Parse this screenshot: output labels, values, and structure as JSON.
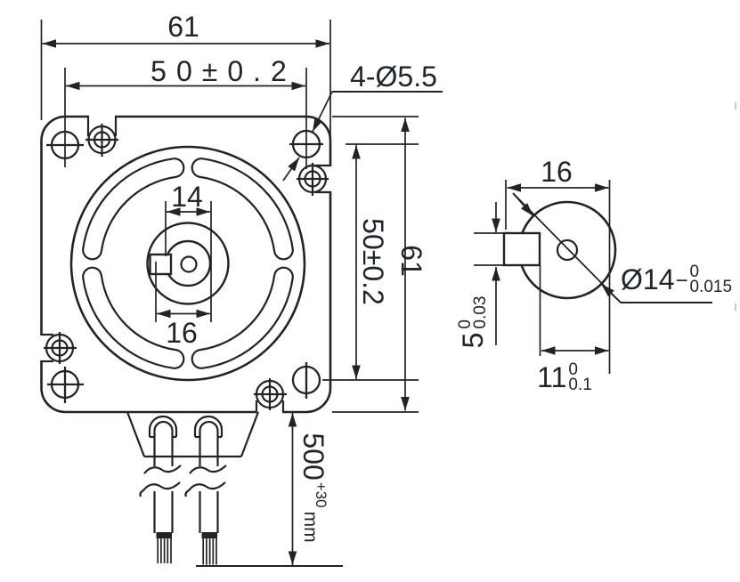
{
  "drawing_title": "stepper-motor-outline-dimension-drawing",
  "front_view": {
    "overall_width": "61",
    "hole_spacing_width": "50±0.2",
    "mounting_holes": "4-Ø5.5",
    "shaft_dia": "14",
    "boss_dia": "16",
    "hole_spacing_height": "50±0.2",
    "overall_height": "61",
    "lead_length": "500",
    "lead_length_tol_upper": "+30",
    "lead_length_unit": "mm"
  },
  "side_view": {
    "shaft_length": "16",
    "flat_depth": "5",
    "flat_depth_tol_upper": "0",
    "flat_depth_tol_lower": "0.03",
    "shaft_dia": "Ø14",
    "shaft_dia_sign": "−",
    "shaft_dia_tol_upper": "0",
    "shaft_dia_tol_lower": "0.015",
    "flat_length": "11",
    "flat_length_tol_upper": "0",
    "flat_length_tol_lower": "0.1"
  },
  "colors": {
    "line": "#262220",
    "text": "#20242c"
  }
}
